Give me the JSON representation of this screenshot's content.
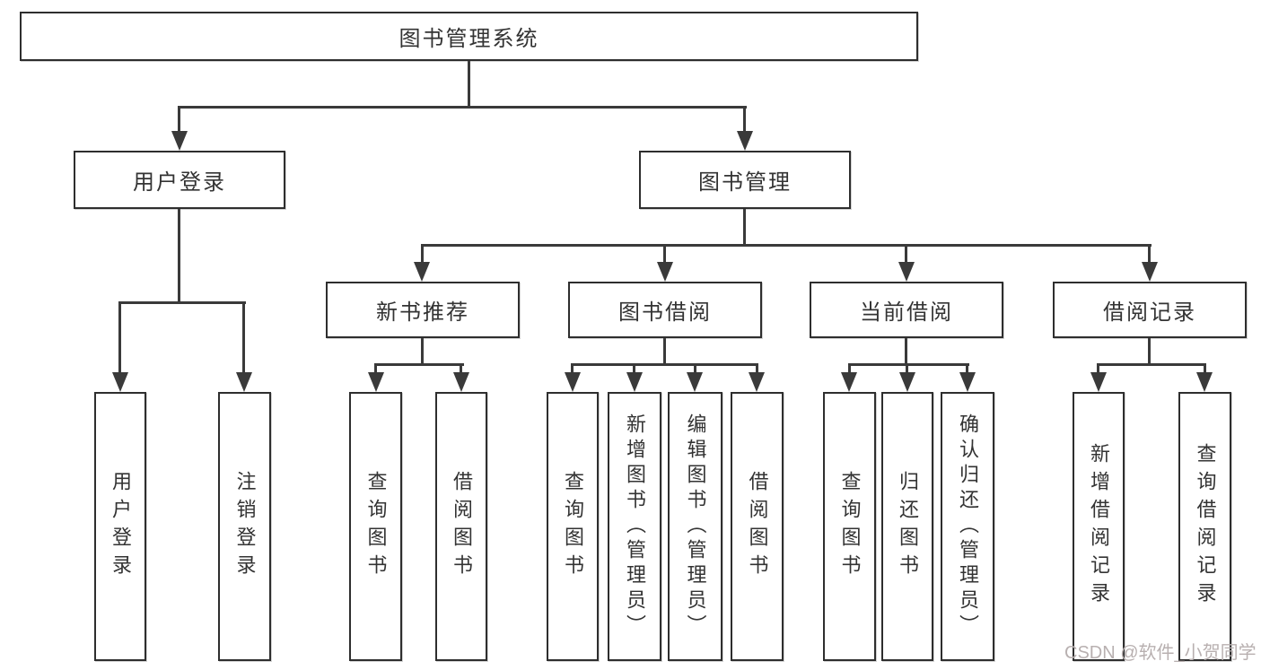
{
  "diagram": {
    "root": {
      "label": "图书管理系统"
    },
    "level2": [
      {
        "label": "用户登录"
      },
      {
        "label": "图书管理"
      }
    ],
    "level3": [
      {
        "label": "新书推荐"
      },
      {
        "label": "图书借阅"
      },
      {
        "label": "当前借阅"
      },
      {
        "label": "借阅记录"
      }
    ],
    "leaves": {
      "user_login": [
        "用户登录",
        "注销登录"
      ],
      "new_books": [
        "查询图书",
        "借阅图书"
      ],
      "book_borrow": [
        "查询图书",
        "新增图书（管理员）",
        "编辑图书（管理员）",
        "借阅图书"
      ],
      "current_borrow": [
        "查询图书",
        "归还图书",
        "确认归还（管理员）"
      ],
      "borrow_records": [
        "新增借阅记录",
        "查询借阅记录"
      ]
    },
    "watermark": {
      "text": "CSDN @软件_小贺同学"
    },
    "colors": {
      "line": "#3a3a3a",
      "box_border": "#2e2e2e",
      "text": "#333333",
      "background": "#ffffff",
      "watermark": "#b8b0b0"
    }
  }
}
